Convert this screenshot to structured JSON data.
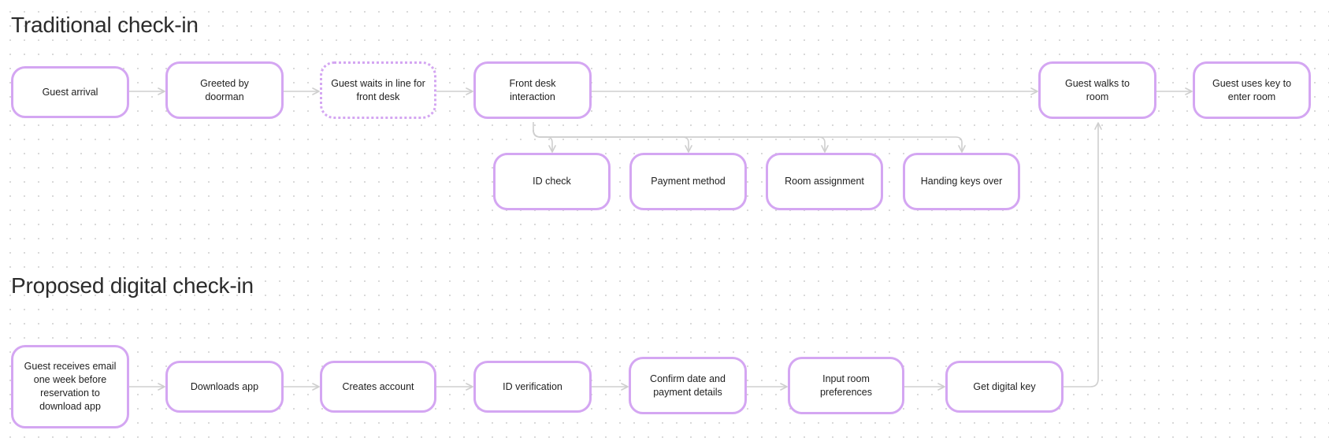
{
  "sections": {
    "traditional": {
      "title": "Traditional check-in",
      "steps": [
        "Guest arrival",
        "Greeted by doorman",
        "Guest waits in line for front desk",
        "Front desk interaction",
        "Guest walks to room",
        "Guest uses key to enter room"
      ],
      "front_desk_substeps": [
        "ID check",
        "Payment method",
        "Room assignment",
        "Handing keys over"
      ]
    },
    "digital": {
      "title": "Proposed digital check-in",
      "steps": [
        "Guest receives email one week before reservation to download app",
        "Downloads app",
        "Creates account",
        "ID verification",
        "Confirm date and payment details",
        "Input room preferences",
        "Get digital key"
      ]
    }
  },
  "colors": {
    "node_border": "#d4a6f2",
    "connector": "#cfcfcf",
    "title_text": "#2b2b2b"
  }
}
